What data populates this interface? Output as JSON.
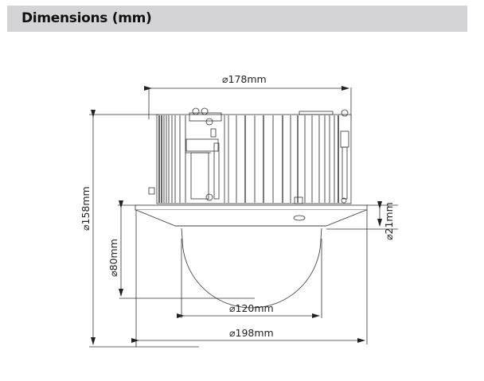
{
  "header": {
    "title": "Dimensions (mm)"
  },
  "dimensions": {
    "top_width": "⌀178mm",
    "total_height": "⌀158mm",
    "dome_height": "⌀80mm",
    "flange_height": "⌀21mm",
    "dome_diameter": "⌀120mm",
    "flange_diameter": "⌀198mm"
  },
  "colors": {
    "header_bg": "#d4d4d6",
    "line": "#333333"
  }
}
